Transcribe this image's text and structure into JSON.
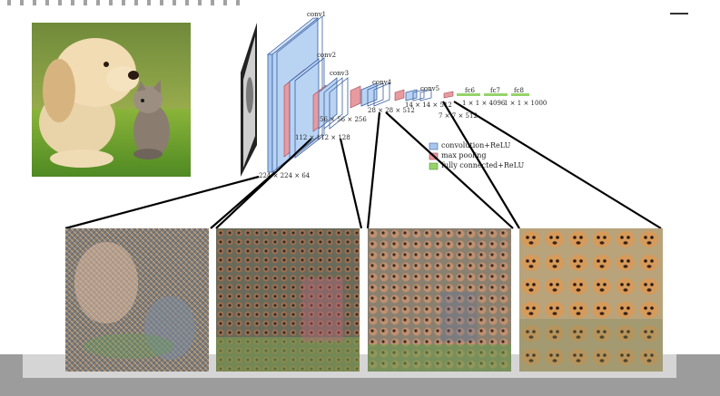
{
  "network": {
    "layers": {
      "conv1": "conv1",
      "conv2": "conv2",
      "conv3": "conv3",
      "conv4": "conv4",
      "conv5": "conv5",
      "fc6": "fc6",
      "fc7": "fc7",
      "fc8": "fc8"
    },
    "dims": {
      "d224": "224 × 224 × 64",
      "d112": "112 × 112 × 128",
      "d56": "56 × 56 × 256",
      "d28": "28 × 28 × 512",
      "d14": "14 × 14 × 512",
      "d7": "7 × 7 × 512",
      "d4096": "1 × 1 × 4096",
      "d1000": "1 × 1 × 1000"
    }
  },
  "legend": {
    "conv": "convolution+ReLU",
    "pool": "max pooling",
    "fc": "fully connected+ReLU"
  },
  "colors": {
    "conv": "#a9c8ef",
    "pool": "#e79a9f",
    "fc": "#96d46a",
    "connector": "#000000"
  },
  "images": {
    "input_photo": "puppy-and-kitten-photo",
    "panels": [
      "layer-visualization-1",
      "layer-visualization-2",
      "layer-visualization-3",
      "layer-visualization-4"
    ]
  }
}
